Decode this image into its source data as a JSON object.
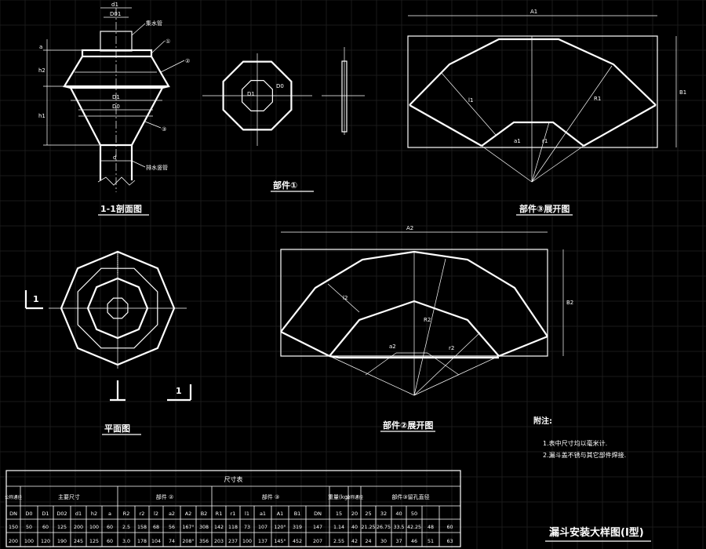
{
  "section_view": {
    "title": "1-1剖面图",
    "top_pipe_label": "集水管",
    "bottom_pipe_label": "排水竖管",
    "callouts": [
      "①",
      "②",
      "③"
    ],
    "dims_left": [
      "a",
      "h2",
      "h1"
    ],
    "dims_top": [
      "d1",
      "D01"
    ],
    "dims_mid": [
      "D1",
      "D0"
    ],
    "dim_bottom": "d"
  },
  "part1_view": {
    "title": "部件①",
    "dims": [
      "D1",
      "D0"
    ]
  },
  "part3_view": {
    "title": "部件③展开图",
    "dims": [
      "A1",
      "B1",
      "l1",
      "R1",
      "r1",
      "a1"
    ]
  },
  "plan_view": {
    "title": "平面图",
    "section_marks": [
      "1",
      "1"
    ]
  },
  "part2_view": {
    "title": "部件②展开图",
    "dims": [
      "A2",
      "B2",
      "l2",
      "R2",
      "r2",
      "a2"
    ]
  },
  "notes": {
    "heading": "附注:",
    "items": [
      "1.表中尺寸均以毫米计.",
      "2.漏斗盖不锈与其它部件焊接."
    ]
  },
  "drawing_title": "漏斗安装大样图(I型)",
  "table": {
    "title": "尺寸表",
    "group_headers": [
      "公称通径",
      "主要尺寸",
      "部件 ②",
      "部件 ③",
      "重量(kg)",
      "公称通径",
      "部件③留孔直径"
    ],
    "sub_headers": [
      "DN",
      "D0",
      "D1",
      "D02",
      "d1",
      "h2",
      "a",
      "R2",
      "r2",
      "l2",
      "a2",
      "A2",
      "B2",
      "R1",
      "r1",
      "l1",
      "a1",
      "A1",
      "B1",
      "DN",
      "15",
      "20",
      "25",
      "32",
      "40",
      "50"
    ],
    "rows": [
      [
        "150",
        "50",
        "60",
        "125",
        "200",
        "100",
        "60",
        "2.5",
        "158",
        "68",
        "56",
        "167°",
        "308",
        "142",
        "118",
        "73",
        "107",
        "120°",
        "319",
        "147",
        "1.14",
        "40",
        "21.25",
        "26.75",
        "33.5",
        "42.25",
        "48",
        "60"
      ],
      [
        "200",
        "100",
        "120",
        "190",
        "245",
        "125",
        "60",
        "3.0",
        "178",
        "104",
        "74",
        "208°",
        "356",
        "203",
        "237",
        "100",
        "137",
        "145°",
        "452",
        "207",
        "2.55",
        "42",
        "24",
        "30",
        "37",
        "46",
        "51",
        "63"
      ]
    ]
  }
}
